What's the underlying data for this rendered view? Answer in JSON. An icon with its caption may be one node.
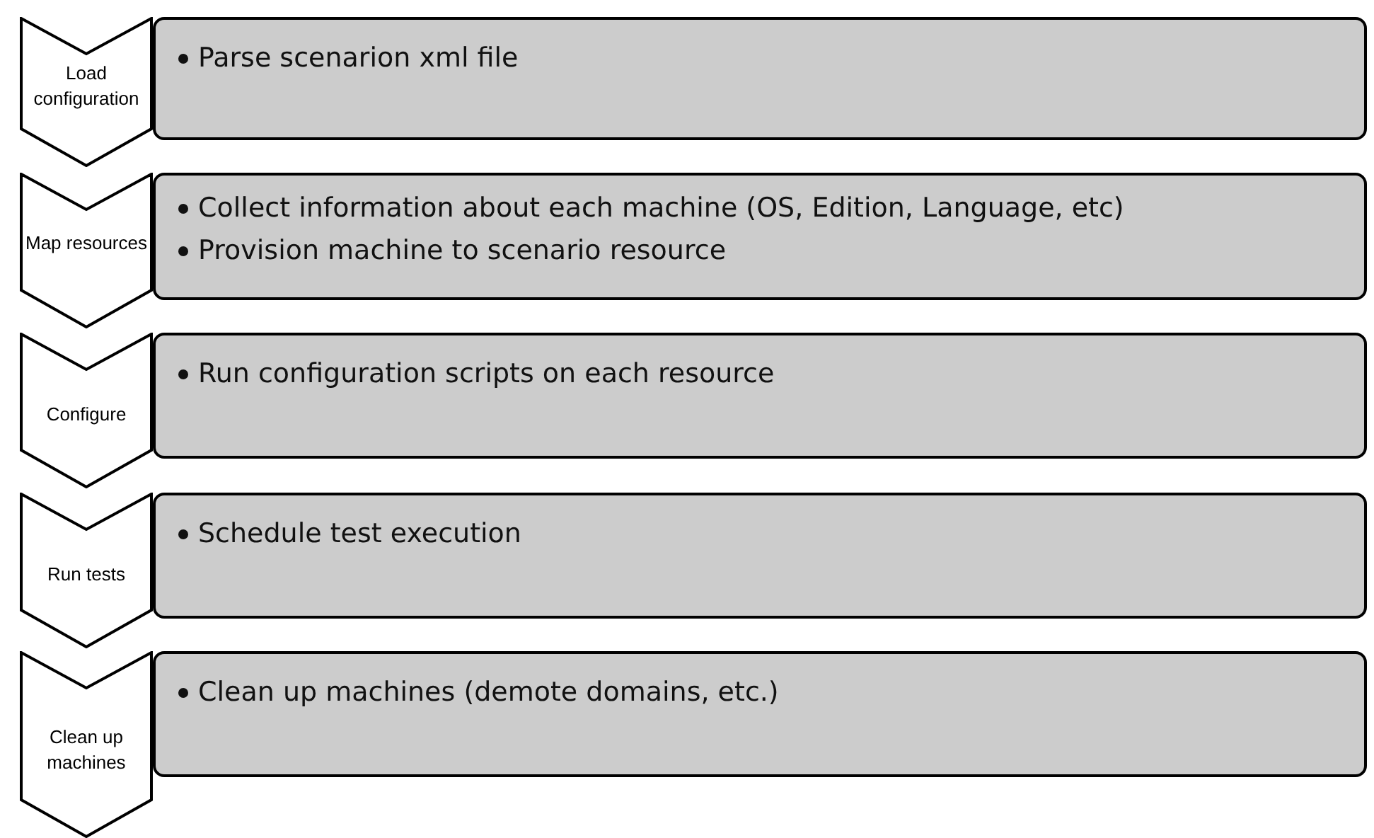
{
  "diagram": {
    "nodes": [
      {
        "text": [
          "Load configuration"
        ]
      },
      {
        "text": [
          "Parse scenarion xml file"
        ]
      },
      {
        "text": [
          "Map resources"
        ]
      },
      {
        "text": [
          "Collect information about each machine (OS, Edition, Language, etc)",
          "Provision machine to scenario resource"
        ]
      },
      {
        "text": [
          "Configure"
        ]
      },
      {
        "text": [
          "Run configuration scripts on each resource"
        ]
      },
      {
        "text": [
          "Run tests"
        ]
      },
      {
        "text": [
          "Schedule test execution"
        ]
      },
      {
        "text": [
          "Clean up machines"
        ]
      },
      {
        "text": [
          "Clean up machines (demote domains, etc.)"
        ]
      }
    ]
  }
}
